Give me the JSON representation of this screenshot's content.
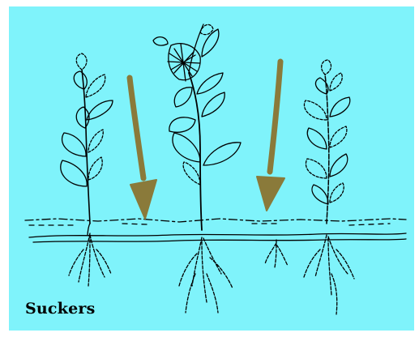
{
  "caption": "Suckers",
  "colors": {
    "background": "#7ff3fb",
    "ink": "#000000",
    "arrow": "#8a7a3a"
  },
  "icons": [
    "down-arrow-icon"
  ],
  "elements": {
    "plants": [
      "plant-left",
      "plant-center-flowering",
      "plant-right"
    ],
    "arrows": [
      "arrow-left",
      "arrow-right"
    ],
    "structures": [
      "soil-line",
      "horizontal-root"
    ]
  }
}
